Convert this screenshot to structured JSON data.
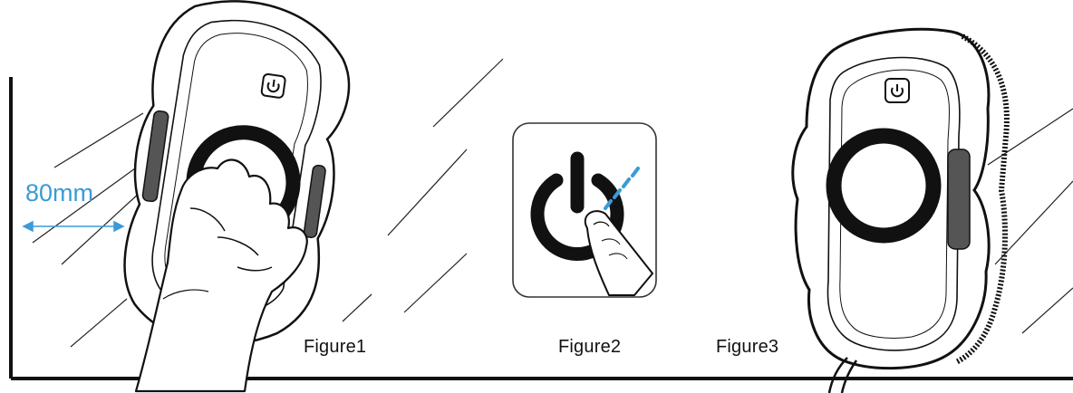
{
  "figures": [
    {
      "caption": "Figure1"
    },
    {
      "caption": "Figure2"
    },
    {
      "caption": "Figure3"
    }
  ],
  "distance_label": "80mm",
  "colors": {
    "ink": "#111111",
    "accent": "#3a9bd6",
    "panel_border": "#333333"
  },
  "icons": [
    "power-icon",
    "hand-icon",
    "power-cable-icon"
  ]
}
